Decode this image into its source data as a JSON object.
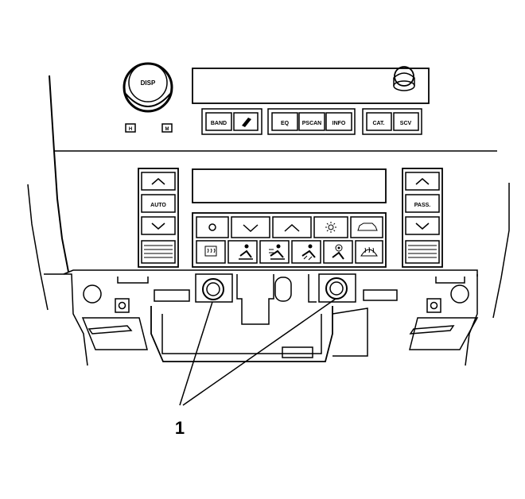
{
  "radio": {
    "knob_label": "DISP",
    "small_labels": [
      "H",
      "M"
    ],
    "buttons": [
      "BAND",
      "EQ",
      "PSCAN",
      "INFO",
      "CAT.",
      "SCV"
    ],
    "scan_icon": "tune-seek-icon"
  },
  "climate": {
    "left_mode_label": "AUTO",
    "right_mode_label": "PASS.",
    "fan_up_icon": "chevron-up-icon",
    "fan_down_icon": "chevron-down-icon",
    "row1_icons": [
      "off-icon",
      "temp-down-icon",
      "temp-up-icon",
      "sun-sensor-icon",
      "recirculation-icon"
    ],
    "row2_icons": [
      "rear-defrost-icon",
      "vent-icon",
      "bi-level-icon",
      "floor-icon",
      "floor-defrost-icon",
      "front-defrost-icon"
    ]
  },
  "callout": {
    "number": "1"
  }
}
